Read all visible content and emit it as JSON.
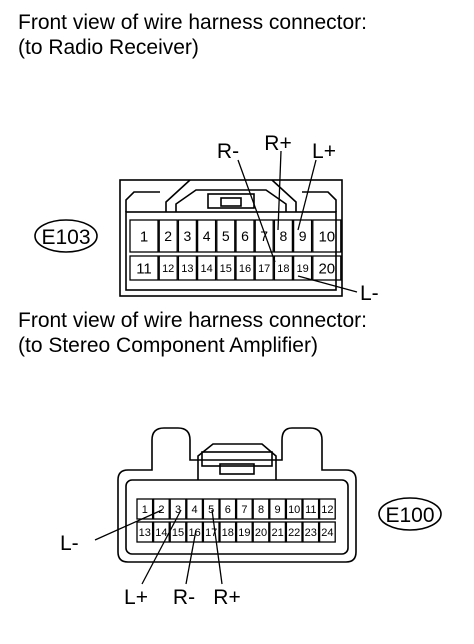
{
  "captions": {
    "radio_receiver": [
      "Front view of wire harness connector:",
      "(to Radio Receiver)"
    ],
    "stereo_amplifier": [
      "Front view of wire harness connector:",
      "(to Stereo Component Amplifier)"
    ]
  },
  "connector_e103": {
    "id": "E103",
    "top_row": [
      "1",
      "2",
      "3",
      "4",
      "5",
      "6",
      "7",
      "8",
      "9",
      "10"
    ],
    "bottom_row": [
      "11",
      "12",
      "13",
      "14",
      "15",
      "16",
      "17",
      "18",
      "19",
      "20"
    ],
    "callouts": [
      "R-",
      "R+",
      "L+",
      "L-"
    ]
  },
  "connector_e100": {
    "id": "E100",
    "top_row": [
      "1",
      "2",
      "3",
      "4",
      "5",
      "6",
      "7",
      "8",
      "9",
      "10",
      "11",
      "12"
    ],
    "bottom_row": [
      "13",
      "14",
      "15",
      "16",
      "17",
      "18",
      "19",
      "20",
      "21",
      "22",
      "23",
      "24"
    ],
    "callouts": [
      "L-",
      "L+",
      "R-",
      "R+"
    ]
  }
}
